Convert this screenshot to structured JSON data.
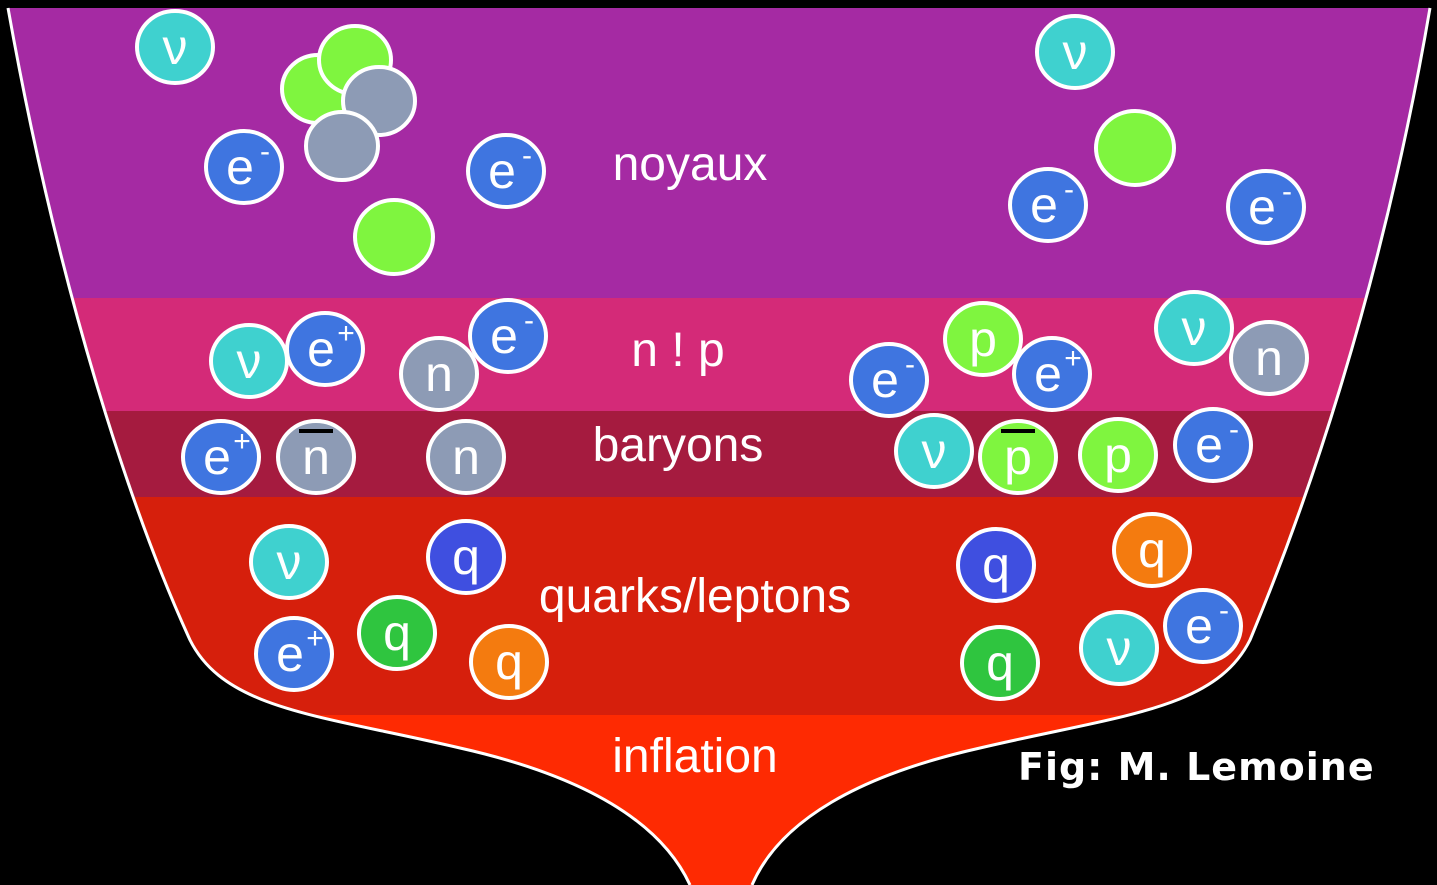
{
  "bands": [
    {
      "name": "noyaux",
      "label": "noyaux",
      "color": "#a52aa3"
    },
    {
      "name": "n-p",
      "label": "n ! p",
      "color": "#d42a78"
    },
    {
      "name": "baryons",
      "label": "baryons",
      "color": "#a51b3f"
    },
    {
      "name": "quarks-leptons",
      "label": "quarks/leptons",
      "color": "#d61f0c"
    },
    {
      "name": "inflation",
      "label": "inflation",
      "color": "#fe2a02"
    }
  ],
  "credit": "Fig: M. Lemoine",
  "particle_colors": {
    "neutrino": "#3fd1cf",
    "electron": "#3f75e0",
    "neutron": "#8d9bb5",
    "proton": "#7ff53f",
    "quark_blue": "#3f4fe0",
    "quark_green": "#2fc53f",
    "quark_orange": "#f47b0f",
    "nucleus_green": "#7ff53f",
    "nucleus_grey": "#8d9bb5"
  },
  "particle_labels": {
    "neutrino": "ν",
    "electron": "e",
    "neutron": "n",
    "proton": "p",
    "quark": "q",
    "minus": "-",
    "plus": "+"
  }
}
